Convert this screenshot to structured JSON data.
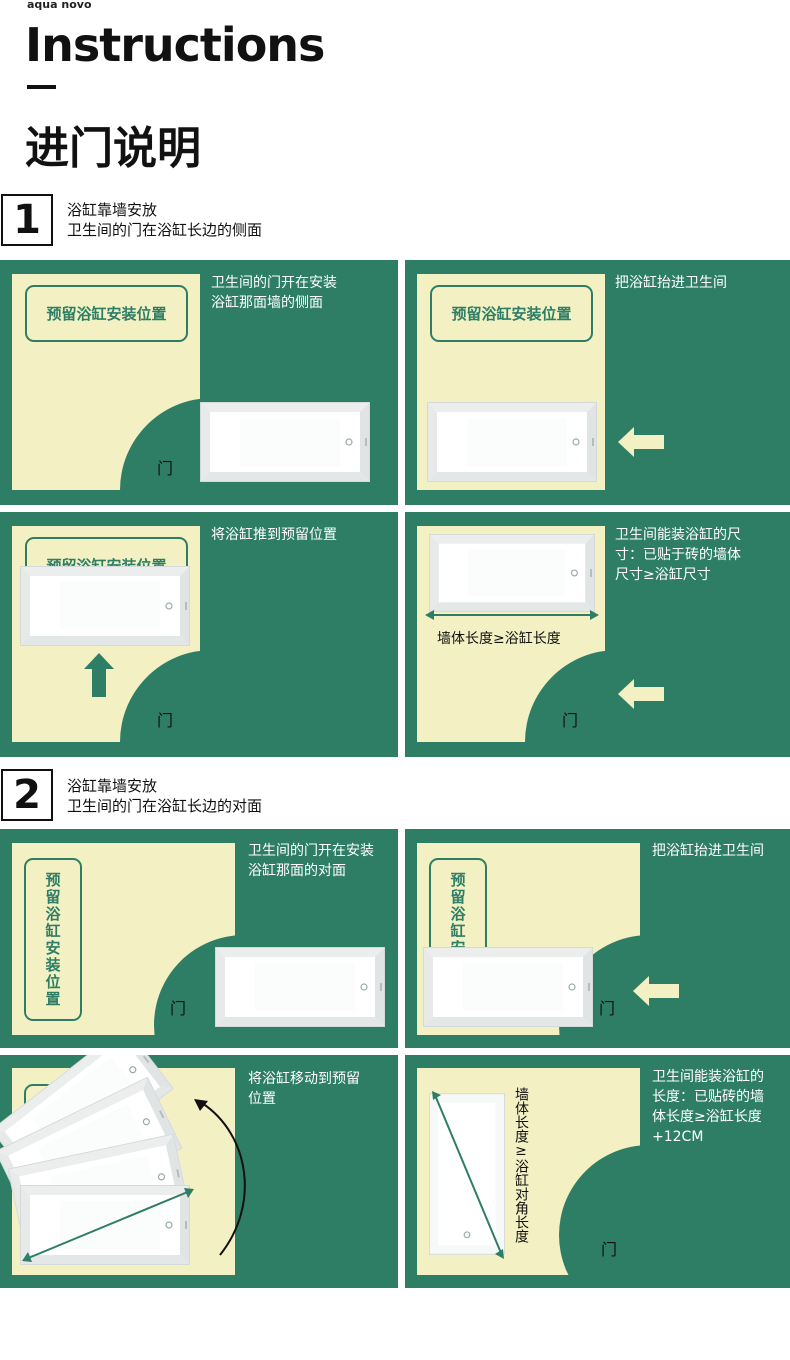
{
  "brand": "aqua novo",
  "title_en": "Instructions",
  "title_zh": "进门说明",
  "door_label": "门",
  "reserve_label": "预留浴缸安装位置",
  "step1": {
    "number": "1",
    "line1": "浴缸靠墙安放",
    "line2": "卫生间的门在浴缸长边的侧面",
    "panel1_text": "卫生间的门开在安装\n浴缸那面墙的侧面",
    "panel2_text": "把浴缸抬进卫生间",
    "panel3_text": "将浴缸推到预留位置",
    "panel4_text": "卫生间能装浴缸的尺\n寸：已贴于砖的墙体\n尺寸≥浴缸尺寸",
    "panel4_annotation": "墙体长度≥浴缸长度"
  },
  "step2": {
    "number": "2",
    "line1": "浴缸靠墙安放",
    "line2": "卫生间的门在浴缸长边的对面",
    "panel1_text": "卫生间的门开在安装\n浴缸那面的对面",
    "panel2_text": "把浴缸抬进卫生间",
    "panel3_text": "将浴缸移动到预留\n位置",
    "panel4_text": "卫生间能装浴缸的\n长度：已贴砖的墙\n体长度≥浴缸长度\n+12CM",
    "panel4_annotation": "墙体长度≥浴缸对角长度"
  },
  "colors": {
    "green": "#2e7e66",
    "cream": "#f3f1c3"
  }
}
